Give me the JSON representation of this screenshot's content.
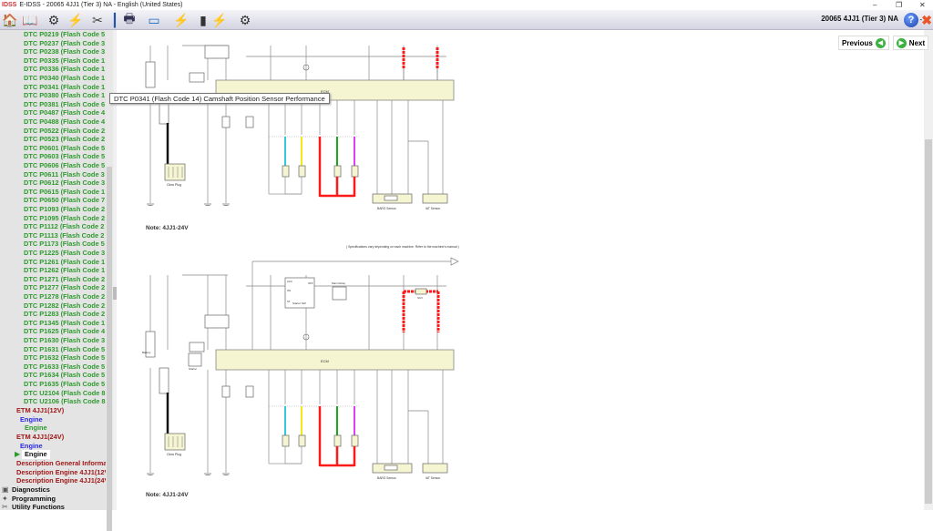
{
  "titlebar": {
    "logo": "IDSS",
    "title": "E-IDSS - 20065 4JJ1 (Tier 3)  NA - English (United States)",
    "minimize": "–",
    "restore": "❐",
    "close": "✕"
  },
  "toolbar": {
    "buttons": [
      {
        "name": "home-icon",
        "glyph": "🏠"
      },
      {
        "name": "manual-icon",
        "glyph": "📖"
      },
      {
        "name": "engine-icon",
        "glyph": "⚙"
      },
      {
        "name": "reflash-icon",
        "glyph": "⚡"
      },
      {
        "name": "tools-icon",
        "glyph": "✂"
      },
      {
        "name": "pin-icon",
        "glyph": "┃"
      },
      {
        "name": "printer-icon",
        "glyph": "🖶"
      },
      {
        "name": "monitor-icon",
        "glyph": "▭"
      },
      {
        "name": "connection-icon",
        "glyph": "⚡"
      },
      {
        "name": "device-icon",
        "glyph": "▮"
      },
      {
        "name": "connection-2-icon",
        "glyph": "⚡"
      },
      {
        "name": "engine-2-icon",
        "glyph": "⚙"
      }
    ],
    "vehicle": "20065 4JJ1 (Tier 3)  NA",
    "help": "?",
    "help_menu": "-",
    "exit": "✖"
  },
  "sidebar": {
    "dtcs": [
      "DTC P0219 (Flash Code 5",
      "DTC P0237 (Flash Code 3",
      "DTC P0238 (Flash Code 3",
      "DTC P0335 (Flash Code 1",
      "DTC P0336 (Flash Code 1",
      "DTC P0340 (Flash Code 1",
      "DTC P0341 (Flash Code 1",
      "DTC P0380 (Flash Code 1",
      "DTC P0381 (Flash Code 6",
      "DTC P0487 (Flash Code 4",
      "DTC P0488 (Flash Code 4",
      "DTC P0522 (Flash Code 2",
      "DTC P0523 (Flash Code 2",
      "DTC P0601 (Flash Code 5",
      "DTC P0603 (Flash Code 5",
      "DTC P0606 (Flash Code 5",
      "DTC P0611 (Flash Code 3",
      "DTC P0612 (Flash Code 3",
      "DTC P0615 (Flash Code 1",
      "DTC P0650 (Flash Code 7",
      "DTC P1093 (Flash Code 2",
      "DTC P1095 (Flash Code 2",
      "DTC P1112 (Flash Code 2",
      "DTC P1113 (Flash Code 2",
      "DTC P1173 (Flash Code 5",
      "DTC P1225 (Flash Code 3",
      "DTC P1261 (Flash Code 1",
      "DTC P1262 (Flash Code 1",
      "DTC P1271 (Flash Code 2",
      "DTC P1277 (Flash Code 2",
      "DTC P1278 (Flash Code 2",
      "DTC P1282 (Flash Code 2",
      "DTC P1283 (Flash Code 2",
      "DTC P1345 (Flash Code 1",
      "DTC P1625 (Flash Code 4",
      "DTC P1630 (Flash Code 3",
      "DTC P1631 (Flash Code 5",
      "DTC P1632 (Flash Code 5",
      "DTC P1633 (Flash Code 5",
      "DTC P1634 (Flash Code 5",
      "DTC P1635 (Flash Code 5",
      "DTC U2104 (Flash Code 8",
      "DTC U2106 (Flash Code 8"
    ],
    "etm12": "ETM 4JJ1(12V)",
    "etm12_engine": "Engine",
    "etm12_engine_sub": "Engine",
    "etm24": "ETM 4JJ1(24V)",
    "etm24_engine": "Engine",
    "etm24_engine_selected": "Engine",
    "desc": [
      "Description General Informa",
      "Description Engine 4JJ1(12V",
      "Description Engine 4JJ1(24V"
    ],
    "roots": [
      {
        "label": "Diagnostics",
        "icon": "diagnostics-icon",
        "glyph": "▣"
      },
      {
        "label": "Programming",
        "icon": "programming-icon",
        "glyph": "✦"
      },
      {
        "label": "Utility Functions",
        "icon": "utility-icon",
        "glyph": "✂"
      }
    ]
  },
  "tooltip": "DTC P0341 (Flash Code 14) Camshaft Position Sensor Performance",
  "nav": {
    "previous": "Previous",
    "next": "Next"
  },
  "diagram": {
    "note_top": "Note: 4JJ1-24V",
    "note_bottom": "Note: 4JJ1-24V",
    "spec_note": "( Specifications vary depending on each machine. Refer to the machine's manual )",
    "ecm": "ECM",
    "labels": {
      "glow_plug": "Glow Plug",
      "baro": "BARO Sensor",
      "iat": "IAT Sensor",
      "starter_sw": "Starter SW",
      "starter": "Starter",
      "battery": "Battery",
      "main_relay": "Main Relay",
      "scv": "SCV",
      "acc": "ACC",
      "off": "OFF",
      "on": "ON",
      "st": "ST"
    },
    "wire_colors": {
      "cyan": "#33c8e0",
      "yellow": "#f2e81a",
      "red": "#ff1a1a",
      "green": "#1aa81a",
      "magenta": "#e040f0",
      "black": "#111111",
      "ecm_fill": "#f5f5d2"
    }
  }
}
